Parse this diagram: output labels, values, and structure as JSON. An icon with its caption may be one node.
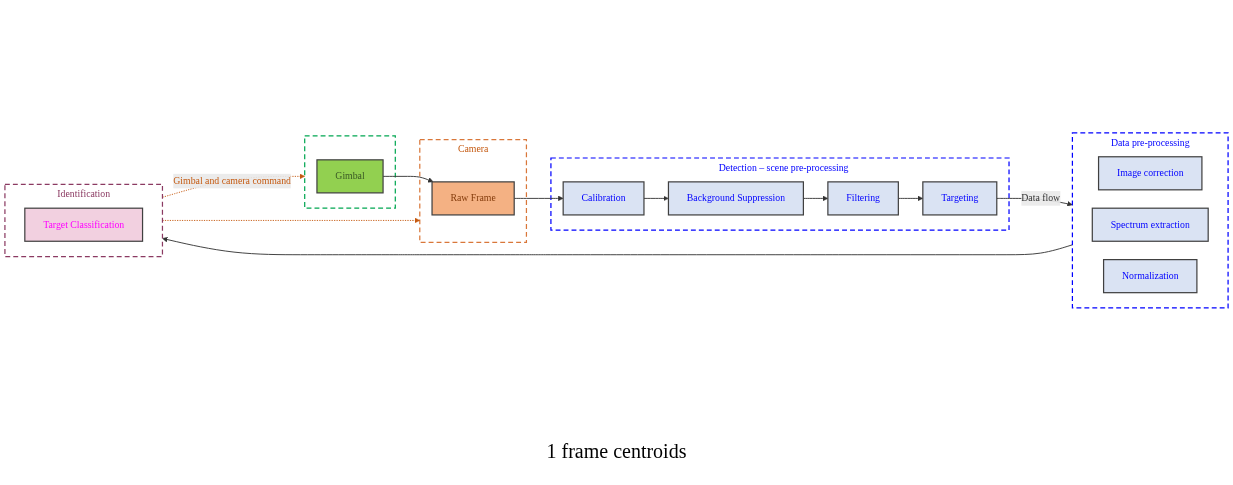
{
  "diagram": {
    "nodes": [
      {
        "text": [],
        "shape": "box"
      },
      {
        "text": [
          "Gimbal"
        ],
        "in": 0
      },
      {
        "text": [
          "Camera"
        ]
      },
      {
        "text": [
          "Raw Frame"
        ],
        "in": 2
      },
      {
        "text": [
          "Detection – scene pre-processing"
        ]
      },
      {
        "text": [
          "Calibration"
        ],
        "in": 4
      },
      {
        "text": [
          "Background Suppression"
        ],
        "in": 4
      },
      {
        "text": [
          "Filtering"
        ],
        "in": 4
      },
      {
        "text": [
          "Targeting"
        ],
        "in": 4
      },
      {
        "text": [
          "Data pre-processing"
        ]
      },
      {
        "text": [
          "Image correction"
        ],
        "in": 9
      },
      {
        "text": [
          "Spectrum extraction"
        ],
        "in": 9
      },
      {
        "text": [
          "Normalization"
        ],
        "in": 9
      },
      {
        "text": [
          "Identification"
        ]
      },
      {
        "text": [
          "Target Classification"
        ],
        "in": 13
      }
    ],
    "edges": [
      {
        "from": 1,
        "to": 3,
        "arrow": "to"
      },
      {
        "from": 3,
        "to": 5,
        "arrow": "to"
      },
      {
        "from": 5,
        "to": 6,
        "arrow": "to"
      },
      {
        "from": 6,
        "to": 7,
        "arrow": "to"
      },
      {
        "from": 7,
        "to": 8,
        "arrow": "to"
      },
      {
        "from": 8,
        "to": 9,
        "arrow": "to",
        "label": "Data flow"
      },
      {
        "from": 9,
        "to": 13,
        "arrow": "to"
      },
      {
        "from": 13,
        "to": 0,
        "arrow": "to",
        "style": "dashed",
        "color": "#c55a11",
        "label": "Gimbal and camera command"
      },
      {
        "from": 13,
        "to": 2,
        "arrow": "to",
        "style": "dashed",
        "color": "#c55a11"
      }
    ],
    "labels": [
      "1 frame centroids"
    ]
  }
}
